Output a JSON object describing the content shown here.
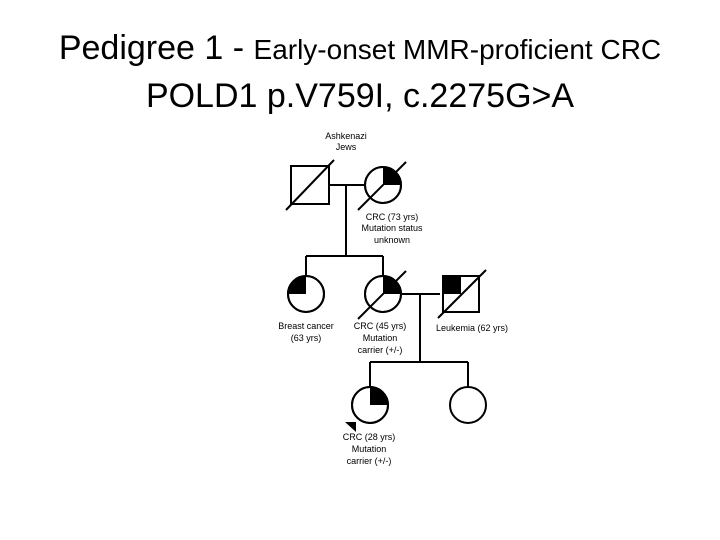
{
  "title": {
    "main": "Pedigree 1 - ",
    "subtitle": "Early-onset MMR-proficient CRC",
    "line2": "POLD1 p.V759I, c.2275G>A"
  },
  "pedigree": {
    "ethnicity_label": [
      "Ashkenazi",
      "Jews"
    ],
    "individuals": [
      {
        "id": "gen1-father",
        "sex": "male",
        "deceased": true,
        "affected": false,
        "label": []
      },
      {
        "id": "gen1-mother",
        "sex": "female",
        "deceased": true,
        "affected": true,
        "affected_quadrant": "upper-right",
        "label": [
          "CRC (73 yrs)",
          "Mutation status",
          "unknown"
        ]
      },
      {
        "id": "gen2-sister",
        "sex": "female",
        "deceased": false,
        "affected": true,
        "affected_quadrant": "upper-left",
        "label": [
          "Breast cancer",
          "(63 yrs)"
        ]
      },
      {
        "id": "gen2-mother",
        "sex": "female",
        "deceased": true,
        "affected": true,
        "affected_quadrant": "upper-right",
        "label": [
          "CRC (45 yrs)",
          "Mutation",
          "carrier (+/-)"
        ]
      },
      {
        "id": "gen2-father",
        "sex": "male",
        "deceased": true,
        "affected": true,
        "affected_quadrant": "upper-left",
        "label": [
          "Leukemia (62 yrs)"
        ]
      },
      {
        "id": "gen3-proband",
        "sex": "female",
        "deceased": false,
        "affected": true,
        "proband": true,
        "affected_quadrant": "upper-right",
        "label": [
          "CRC (28 yrs)",
          "Mutation",
          "carrier (+/-)"
        ]
      },
      {
        "id": "gen3-sister",
        "sex": "female",
        "deceased": false,
        "affected": false,
        "label": []
      }
    ]
  }
}
